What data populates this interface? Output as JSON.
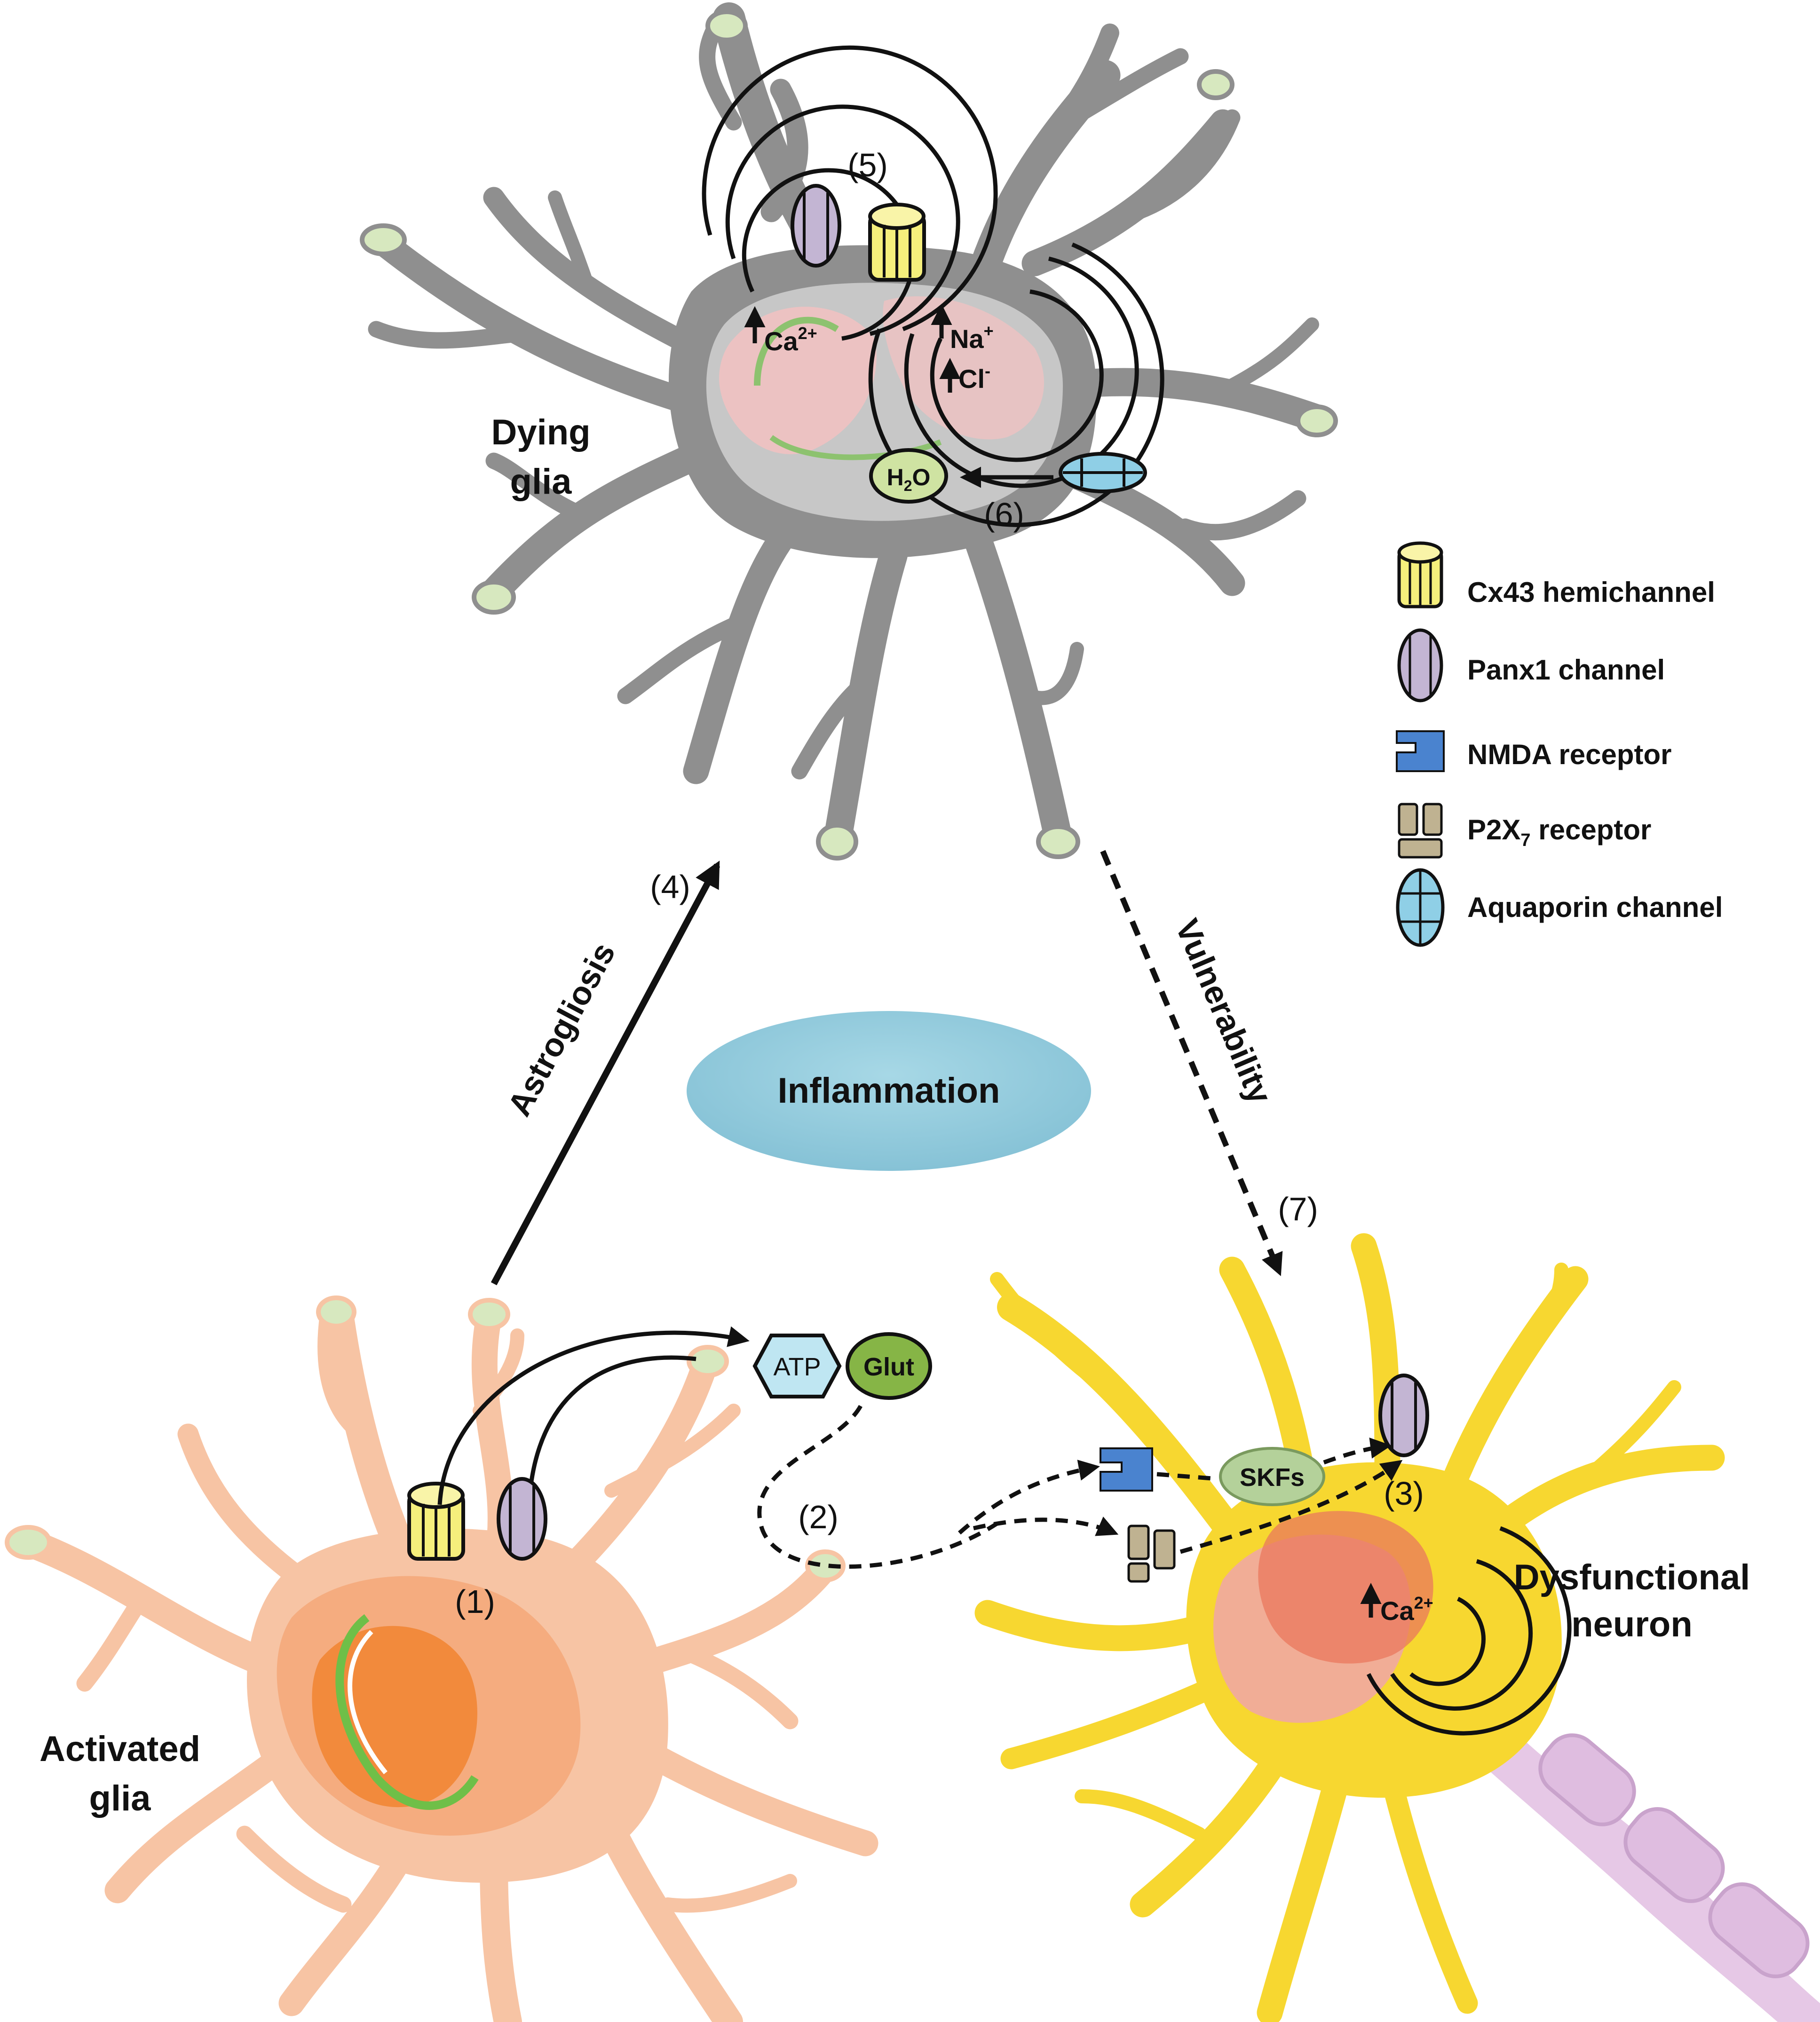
{
  "labels": {
    "dying_glia_line1": "Dying",
    "dying_glia_line2": "glia",
    "activated_glia_line1": "Activated",
    "activated_glia_line2": "glia",
    "dysfunctional_line1": "Dysfunctional",
    "dysfunctional_line2": "neuron",
    "inflammation": "Inflammation",
    "astrogliosis": "Astrogliosis",
    "vulnerability": "Vulnerability"
  },
  "steps": {
    "s1": "(1)",
    "s2": "(2)",
    "s3": "(3)",
    "s4": "(4)",
    "s5": "(5)",
    "s6": "(6)",
    "s7": "(7)"
  },
  "ions": {
    "ca_dying": "Ca",
    "ca_sup": "2+",
    "na": "Na",
    "na_sup": "+",
    "cl": "Cl",
    "cl_sup": "-",
    "h2o_h": "H",
    "h2o_sub": "2",
    "h2o_o": "O",
    "ca_neuron": "Ca",
    "ca_neuron_sup": "2+"
  },
  "molecules": {
    "atp": "ATP",
    "glut": "Glut",
    "skfs": "SKFs"
  },
  "legend": {
    "cx43": "Cx43 hemichannel",
    "panx1": "Panx1 channel",
    "nmda": "NMDA receptor",
    "p2x7_main": "P2X",
    "p2x7_sub": "7",
    "p2x7_rest": " receptor",
    "aquaporin": "Aquaporin channel"
  },
  "colors": {
    "dying_cell": "#8f8f8f",
    "activated_cell": "#f7c4a4",
    "neuron": "#f7d730",
    "inflammation": "#92cbdc",
    "cx43": "#f5ef7c",
    "panx1": "#c3b5d3",
    "nmda": "#4a83cf",
    "p2x7": "#bfb291",
    "aquaporin": "#8fcfe6",
    "h2o": "#cfe3a2",
    "glut": "#86b546",
    "atp": "#bfe6f2",
    "skfs": "#b4d19a",
    "axon": "#e6c8e6"
  }
}
